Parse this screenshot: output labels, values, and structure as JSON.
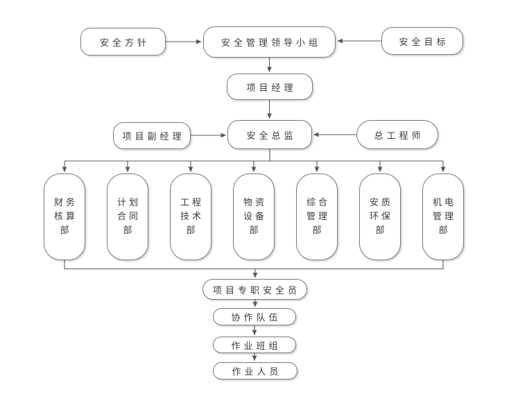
{
  "colors": {
    "line": "#595959",
    "border": "#777777",
    "text": "#3a3a3a",
    "background": "#ffffff"
  },
  "nodes": {
    "safety_policy": "安全方针",
    "leadership_group": "安全管理领导小组",
    "safety_target": "安全目标",
    "project_manager": "项目经理",
    "deputy_project_manager": "项目副经理",
    "safety_director": "安全总监",
    "chief_engineer": "总工程师",
    "departments": [
      {
        "label": "财务核算部",
        "display": "财务\n核算\n部"
      },
      {
        "label": "计划合同部",
        "display": "计划\n合同\n部"
      },
      {
        "label": "工程技术部",
        "display": "工程\n技术\n部"
      },
      {
        "label": "物资设备部",
        "display": "物资\n设备\n部"
      },
      {
        "label": "综合管理部",
        "display": "综合\n管理\n部"
      },
      {
        "label": "安质环保部",
        "display": "安质\n环保\n部"
      },
      {
        "label": "机电管理部",
        "display": "机电\n管理\n部"
      }
    ],
    "full_time_safety_officer": "项目专职安全员",
    "cooperation_team": "协作队伍",
    "work_team": "作业班组",
    "workers": "作业人员"
  }
}
